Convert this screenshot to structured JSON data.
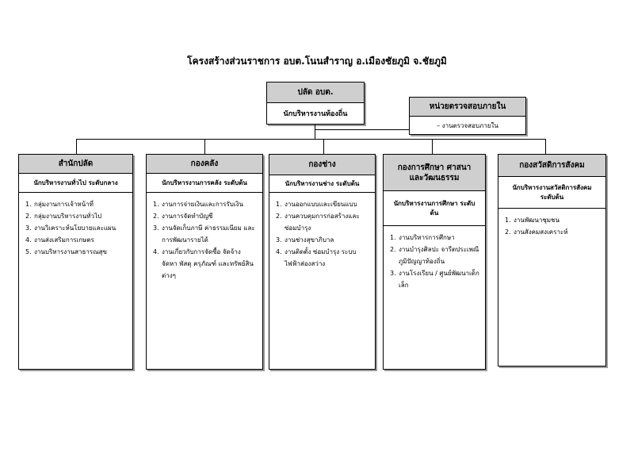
{
  "title": "โครงสร้างส่วนราชการ อบต.โนนสำราญ อ.เมืองชัยภูมิ จ.ชัยภูมิ",
  "top": {
    "heading": "ปลัด อบต.",
    "subtitle": "นักบริหารงานท้องถิ่น"
  },
  "audit": {
    "heading": "หน่วยตรวจสอบภายใน",
    "item": "–   งานตรวจสอบภายใน"
  },
  "departments": [
    {
      "heading": "สำนักปลัด",
      "subtitle": "นักบริหารงานทั่วไป ระดับกลาง",
      "items": [
        {
          "num": "1.",
          "text": "กลุ่มงานการเจ้าหน้าที่"
        },
        {
          "num": "2.",
          "text": "กลุ่มงานบริหารงานทั่วไป"
        },
        {
          "num": "3.",
          "text": "งานวิเคราะห์นโยบายและแผน"
        },
        {
          "num": "4.",
          "text": "งานส่งเสริมการเกษตร"
        },
        {
          "num": "5.",
          "text": "งานบริหารงานสาธารณสุข"
        }
      ]
    },
    {
      "heading": "กองคลัง",
      "subtitle": "นักบริหารงานการคลัง ระดับต้น",
      "items": [
        {
          "num": "1.",
          "text": "งานการจ่ายเงินและการรับเงิน"
        },
        {
          "num": "2.",
          "text": "งานการจัดทำบัญชี"
        },
        {
          "num": "3.",
          "text": "งานจัดเก็บภาษี ค่าธรรมเนียม และการพัฒนารายได้"
        },
        {
          "num": "4.",
          "text": "งานเกี่ยวกับการจัดซื้อ จัดจ้าง จัดหา พัสดุ ครุภัณฑ์ และทรัพย์สินต่างๆ"
        }
      ]
    },
    {
      "heading": "กองช่าง",
      "subtitle": "นักบริหารงานช่าง ระดับต้น",
      "items": [
        {
          "num": "1.",
          "text": "งานออกแบบและเขียนแบบ"
        },
        {
          "num": "2.",
          "text": "งานควบคุมการก่อสร้างและซ่อมบำรุง"
        },
        {
          "num": "3.",
          "text": "งานช่างสุขาภิบาล"
        },
        {
          "num": "4.",
          "text": "งานติดตั้ง ซ่อมบำรุง ระบบไฟฟ้าส่องสว่าง"
        }
      ]
    },
    {
      "heading": "กองการศึกษา ศาสนา และวัฒนธรรม",
      "subtitle": "นักบริหารงานการศึกษา ระดับต้น",
      "items": [
        {
          "num": "1.",
          "text": "งานบริหารการศึกษา"
        },
        {
          "num": "2.",
          "text": "งานบำรุงศิลปะ จารีตประเพณี ภูมิปัญญาท้องถิ่น"
        },
        {
          "num": "3.",
          "text": "งานโรงเรียน / ศูนย์พัฒนาเด็กเล็ก"
        }
      ]
    },
    {
      "heading": "กองสวัสดิการสังคม",
      "subtitle": "นักบริหารงานสวัสดิการสังคม ระดับต้น",
      "items": [
        {
          "num": "1.",
          "text": "งานพัฒนาชุมชน"
        },
        {
          "num": "2.",
          "text": "งานสังคมสงเคราะห์"
        }
      ]
    }
  ]
}
